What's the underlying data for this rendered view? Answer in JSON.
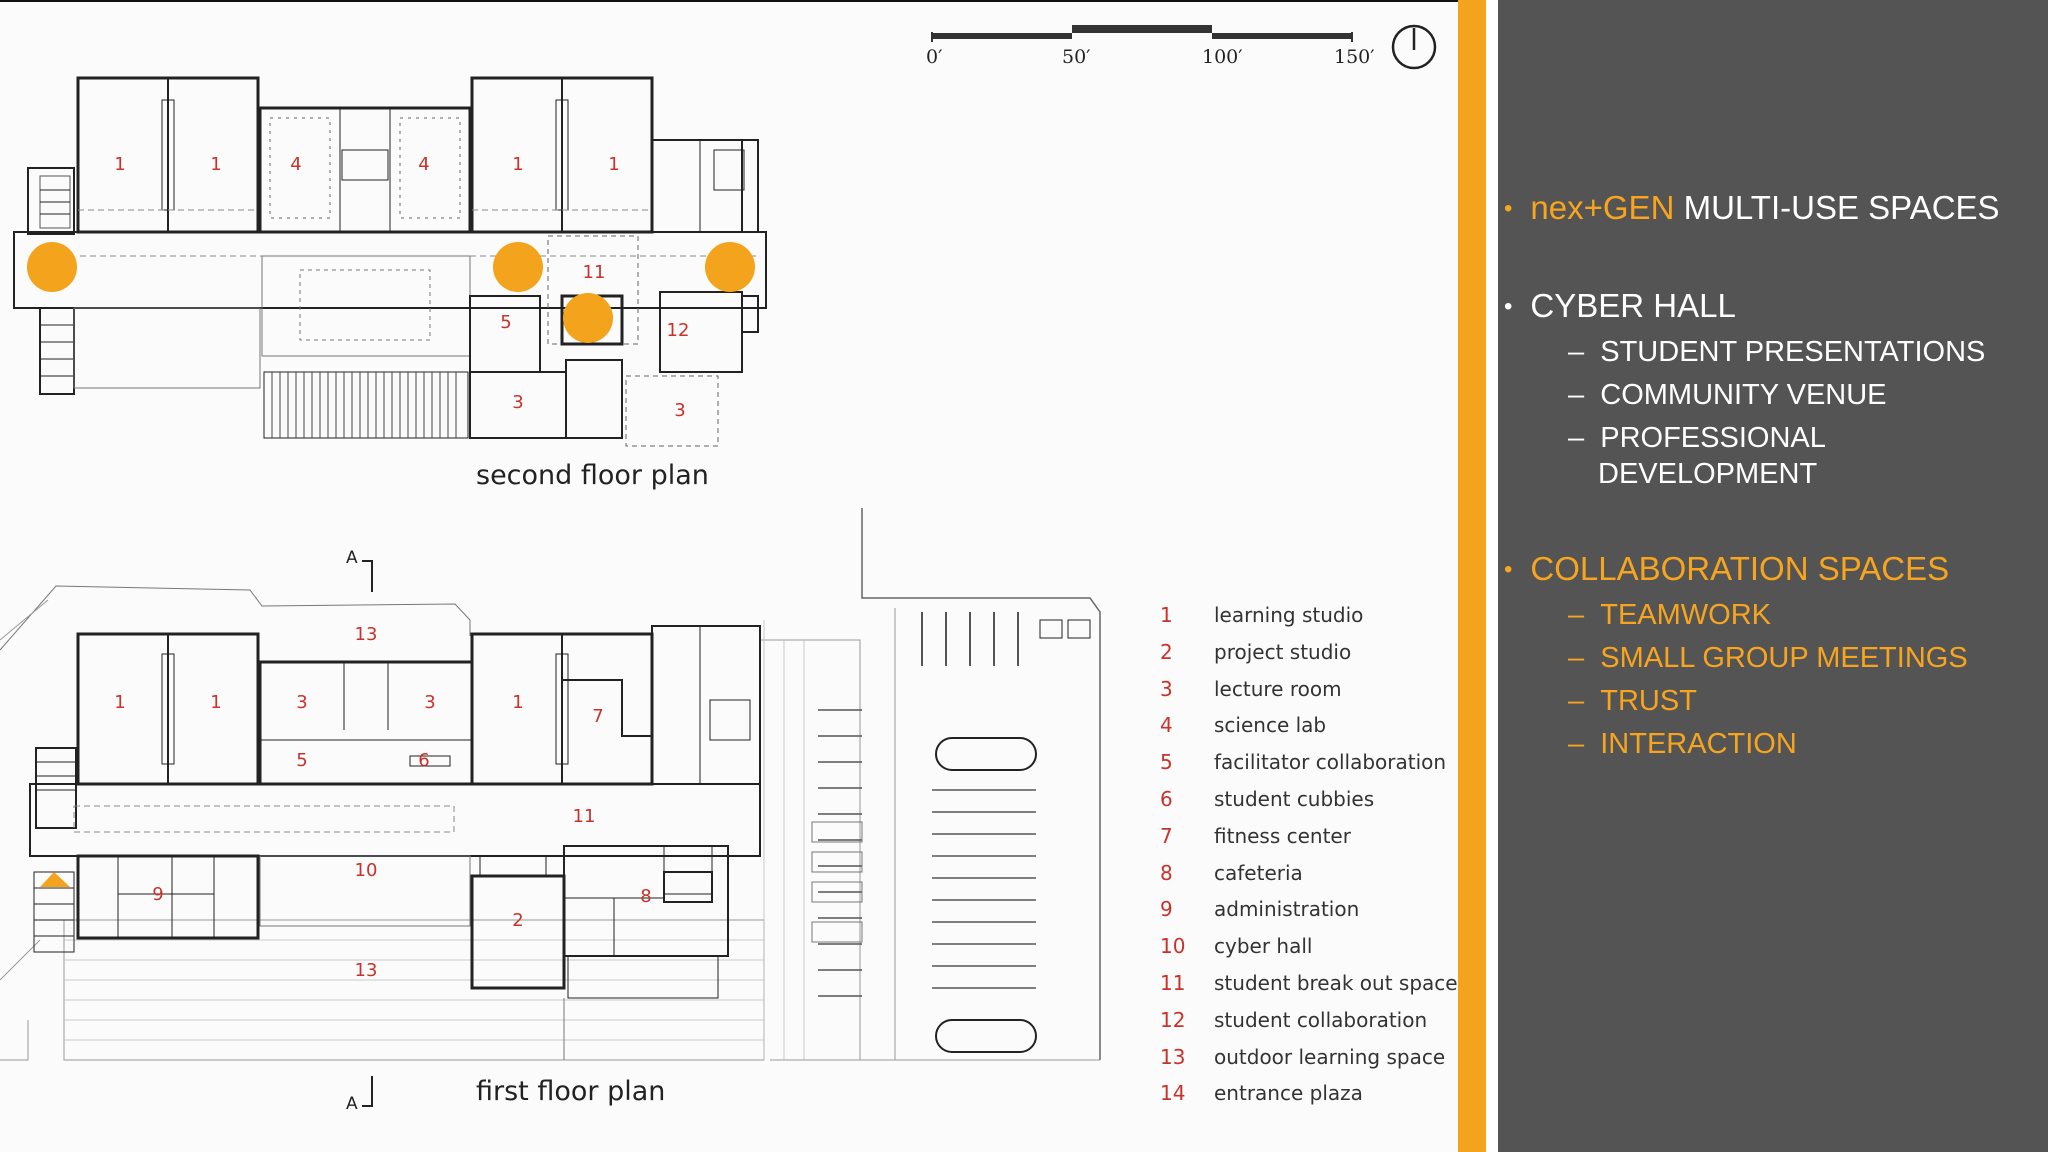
{
  "scale_bar": {
    "labels": [
      "0′",
      "50′",
      "100′",
      "150′"
    ]
  },
  "plans": {
    "second_floor_title": "second floor plan",
    "first_floor_title": "first floor plan",
    "section_marker_top": "A",
    "section_marker_bottom": "A",
    "second_floor_room_numbers": [
      "1",
      "1",
      "4",
      "4",
      "1",
      "1",
      "11",
      "5",
      "12",
      "3",
      "3"
    ],
    "first_floor_room_numbers": [
      "13",
      "1",
      "1",
      "3",
      "3",
      "1",
      "7",
      "5",
      "6",
      "11",
      "10",
      "9",
      "8",
      "2",
      "13"
    ]
  },
  "legend": [
    {
      "num": "1",
      "label": "learning studio"
    },
    {
      "num": "2",
      "label": "project studio"
    },
    {
      "num": "3",
      "label": "lecture room"
    },
    {
      "num": "4",
      "label": "science lab"
    },
    {
      "num": "5",
      "label": "facilitator collaboration"
    },
    {
      "num": "6",
      "label": "student cubbies"
    },
    {
      "num": "7",
      "label": "fitness center"
    },
    {
      "num": "8",
      "label": "cafeteria"
    },
    {
      "num": "9",
      "label": "administration"
    },
    {
      "num": "10",
      "label": "cyber hall"
    },
    {
      "num": "11",
      "label": "student break out space"
    },
    {
      "num": "12",
      "label": "student collaboration"
    },
    {
      "num": "13",
      "label": "outdoor learning space"
    },
    {
      "num": "14",
      "label": "entrance plaza"
    }
  ],
  "bullets": {
    "nexgen_brand": "nex+GEN",
    "nexgen_rest": " MULTI-USE SPACES",
    "cyber_hall": "CYBER HALL",
    "cyber_sub": [
      "STUDENT PRESENTATIONS",
      "COMMUNITY VENUE",
      "PROFESSIONAL",
      "DEVELOPMENT"
    ],
    "collab": "COLLABORATION SPACES",
    "collab_sub": [
      "TEAMWORK",
      "SMALL GROUP MEETINGS",
      "TRUST",
      "INTERACTION"
    ]
  },
  "colors": {
    "accent_orange": "#f4a31c",
    "panel_gray": "#545454",
    "room_number_red": "#c8322b"
  }
}
